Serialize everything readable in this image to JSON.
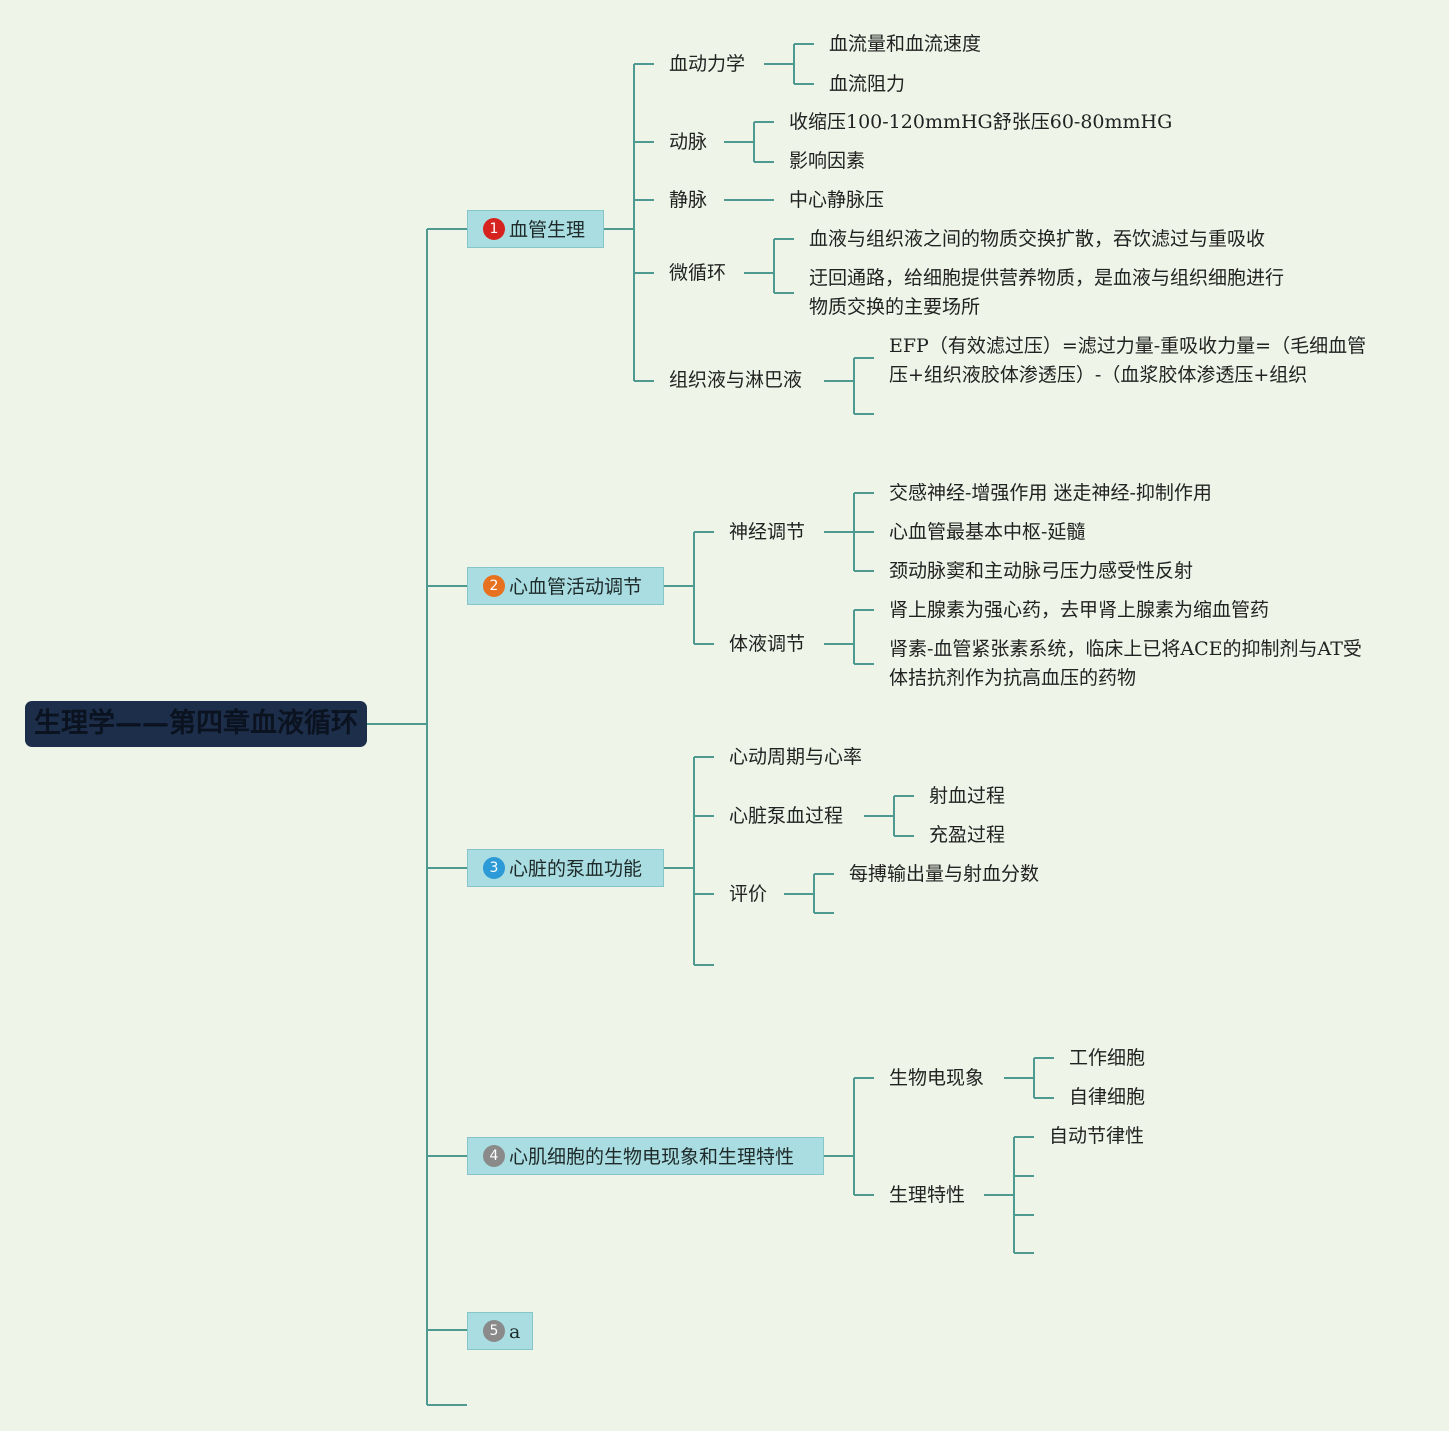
{
  "root": {
    "title": "生理学——第四章血液循环"
  },
  "badge_colors": {
    "1": "#d7231f",
    "2": "#e8711f",
    "3": "#2b9ad6",
    "4": "#8a8a8a",
    "5": "#8a8a8a"
  },
  "line_color": "#4e9a90",
  "topics": [
    {
      "num": "1",
      "label": "血管生理",
      "children": [
        {
          "label": "血动力学",
          "children": [
            "血流量和血流速度",
            "血流阻力"
          ]
        },
        {
          "label": "动脉",
          "children": [
            "收缩压100-120mmHG舒张压60-80mmHG",
            "影响因素"
          ]
        },
        {
          "label": "静脉",
          "children": [
            "中心静脉压"
          ]
        },
        {
          "label": "微循环",
          "children": [
            "血液与组织液之间的物质交换扩散，吞饮滤过与重吸收",
            "迂回通路，给细胞提供营养物质，是血液与组织细胞进行",
            "物质交换的主要场所"
          ]
        },
        {
          "label": "组织液与淋巴液",
          "children": [
            "EFP（有效滤过压）=滤过力量-重吸收力量=（毛细血管",
            "压+组织液胶体渗透压）-（血浆胶体渗透压+组织"
          ]
        }
      ]
    },
    {
      "num": "2",
      "label": "心血管活动调节",
      "children": [
        {
          "label": "神经调节",
          "children": [
            "交感神经-增强作用 迷走神经-抑制作用",
            "心血管最基本中枢-延髓",
            "颈动脉窦和主动脉弓压力感受性反射"
          ]
        },
        {
          "label": "体液调节",
          "children": [
            "肾上腺素为强心药，去甲肾上腺素为缩血管药",
            "肾素-血管紧张素系统，临床上已将ACE的抑制剂与AT受",
            "体拮抗剂作为抗高血压的药物"
          ]
        }
      ]
    },
    {
      "num": "3",
      "label": "心脏的泵血功能",
      "children": [
        {
          "label": "心动周期与心率",
          "children": []
        },
        {
          "label": "心脏泵血过程",
          "children": [
            "射血过程",
            "充盈过程"
          ]
        },
        {
          "label": "评价",
          "children": [
            "每搏输出量与射血分数"
          ]
        }
      ]
    },
    {
      "num": "4",
      "label": "心肌细胞的生物电现象和生理特性",
      "children": [
        {
          "label": "生物电现象",
          "children": [
            "工作细胞",
            "自律细胞"
          ]
        },
        {
          "label": "生理特性",
          "children": [
            "自动节律性"
          ]
        }
      ]
    },
    {
      "num": "5",
      "label": "a",
      "children": []
    }
  ]
}
